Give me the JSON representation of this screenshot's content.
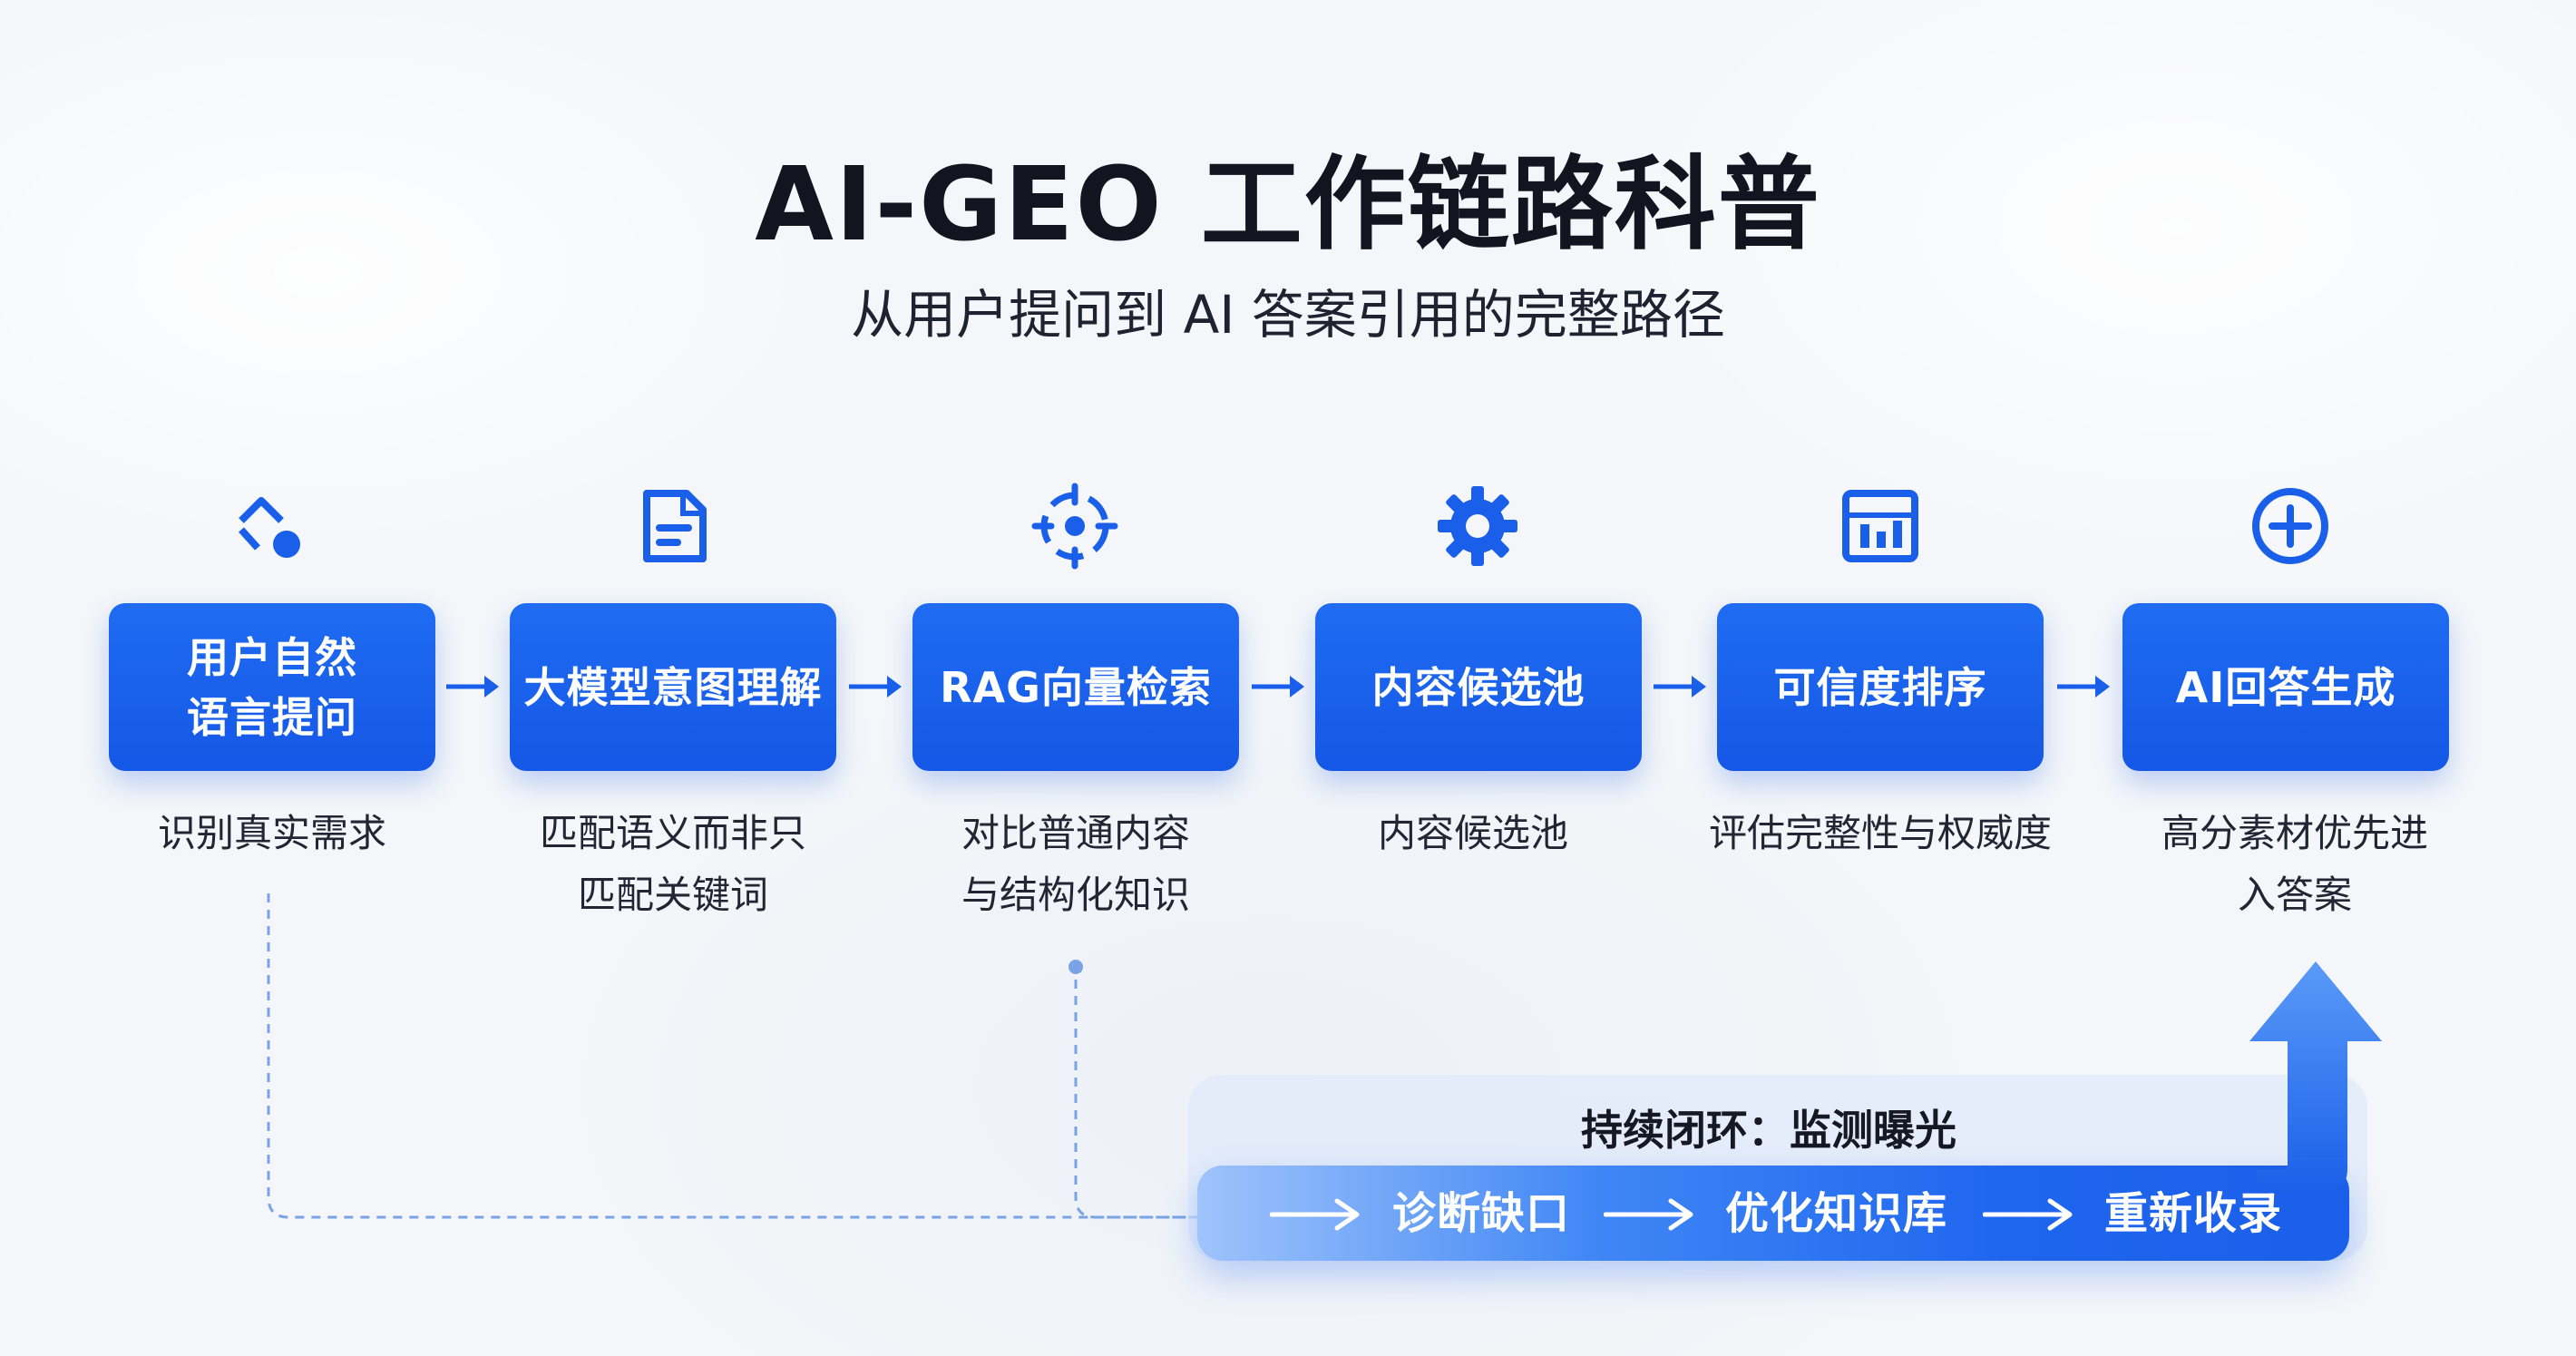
{
  "header": {
    "title": "AI-GEO 工作链路科普",
    "subtitle": "从用户提问到 AI 答案引用的完整路径"
  },
  "steps": [
    {
      "label": "用户自然\n语言提问",
      "desc": "识别真实需求",
      "icon": "user-query-icon"
    },
    {
      "label": "大模型意图理解",
      "desc": "匹配语义而非只\n匹配关键词",
      "icon": "document-icon"
    },
    {
      "label": "RAG向量检索",
      "desc": "对比普通内容\n与结构化知识",
      "icon": "target-icon"
    },
    {
      "label": "内容候选池",
      "desc": "内容候选池",
      "icon": "gear-icon"
    },
    {
      "label": "可信度排序",
      "desc": "评估完整性与权威度",
      "icon": "ranking-icon"
    },
    {
      "label": "AI回答生成",
      "desc": "高分素材优先进\n入答案",
      "icon": "plus-circle-icon"
    }
  ],
  "loop": {
    "title": "持续闭环：监测曝光",
    "items": [
      "诊断缺口",
      "优化知识库",
      "重新收录"
    ]
  },
  "colors": {
    "accent": "#1a5fe9",
    "accent_light": "#9fc3fb",
    "text": "#1c1f2b",
    "background": "#f4f6f9"
  }
}
